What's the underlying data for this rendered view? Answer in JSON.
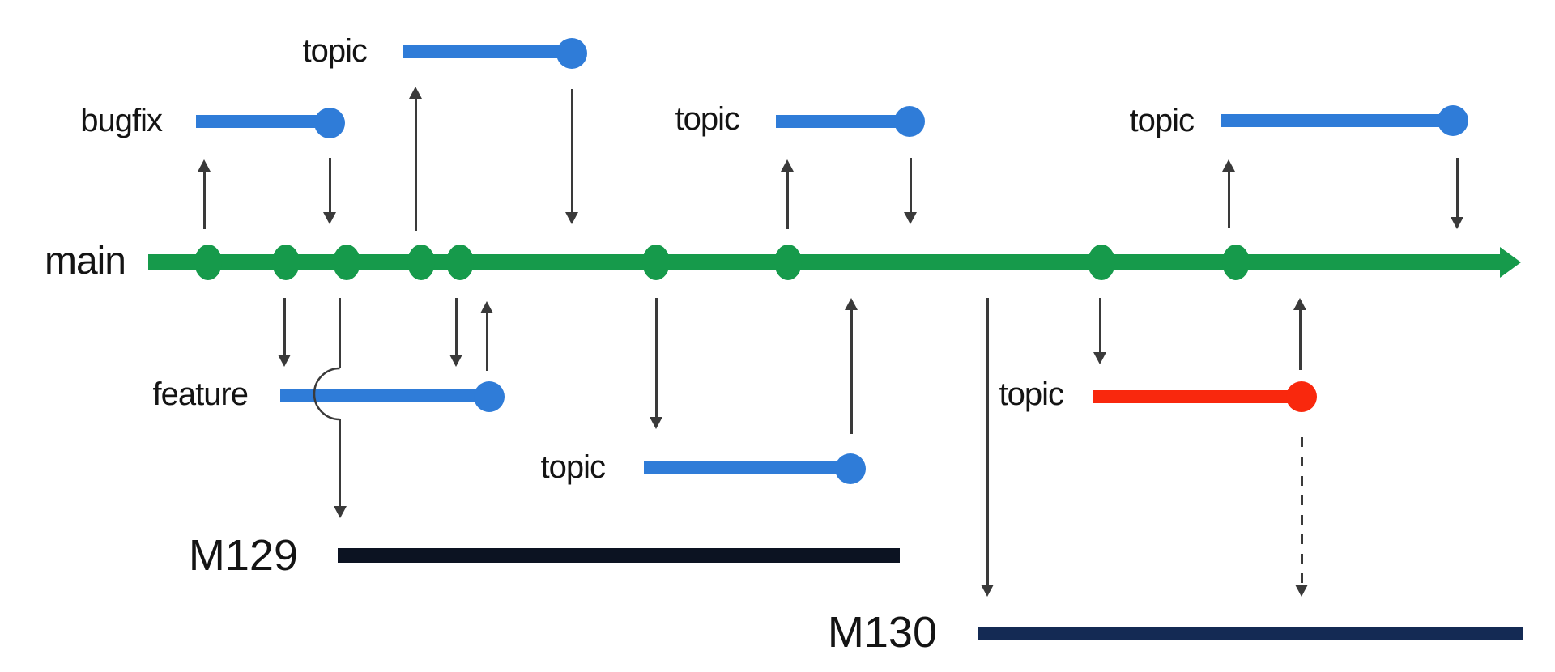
{
  "diagram": {
    "main": {
      "label": "main"
    },
    "branches": [
      {
        "name": "topic-top-left",
        "label": "topic",
        "color_key": "branch_blue"
      },
      {
        "name": "bugfix",
        "label": "bugfix",
        "color_key": "branch_blue"
      },
      {
        "name": "topic-upper-middle",
        "label": "topic",
        "color_key": "branch_blue"
      },
      {
        "name": "topic-upper-right",
        "label": "topic",
        "color_key": "branch_blue"
      },
      {
        "name": "feature",
        "label": "feature",
        "color_key": "branch_blue"
      },
      {
        "name": "topic-lower-middle",
        "label": "topic",
        "color_key": "branch_blue"
      },
      {
        "name": "topic-red",
        "label": "topic",
        "color_key": "branch_red"
      }
    ],
    "milestones": [
      {
        "name": "milestone-m129",
        "label": "M129",
        "color_key": "milestone_m129"
      },
      {
        "name": "milestone-m130",
        "label": "M130",
        "color_key": "milestone_m130"
      }
    ],
    "colors": {
      "main_green": "#169a4b",
      "branch_blue": "#2f7cd8",
      "branch_red": "#f9280d",
      "milestone_m129": "#0c1322",
      "milestone_m130": "#142a54",
      "arrow_gray": "#3a3a3a",
      "label_black": "#141414"
    }
  }
}
